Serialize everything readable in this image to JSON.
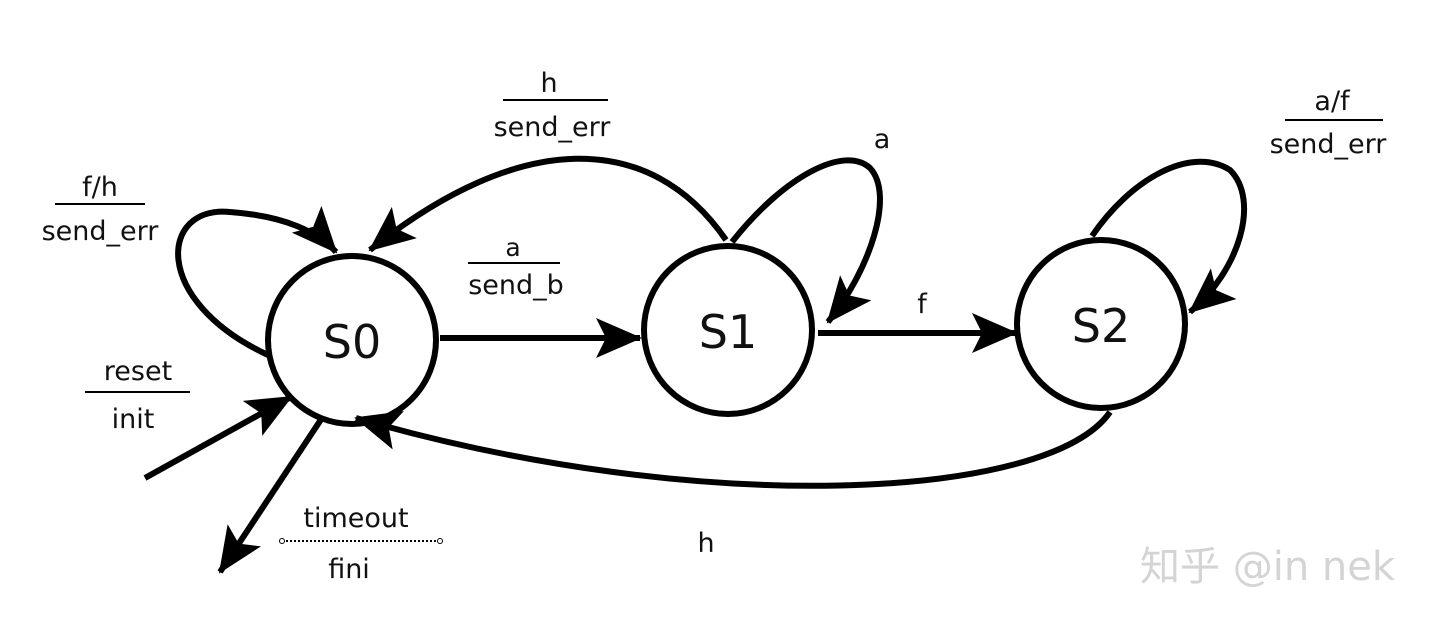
{
  "states": {
    "s0": "S0",
    "s1": "S1",
    "s2": "S2"
  },
  "transitions": {
    "s0_self": {
      "event": "f/h",
      "action": "send_err"
    },
    "s0_to_s1": {
      "event": "a",
      "action": "send_b"
    },
    "s1_to_s0": {
      "event": "h",
      "action": "send_err"
    },
    "s1_self": {
      "event": "a"
    },
    "s1_to_s2": {
      "event": "f"
    },
    "s2_self": {
      "event": "a/f",
      "action": "send_err"
    },
    "s2_to_s0": {
      "event": "h"
    },
    "reset": {
      "event": "reset",
      "action": "init"
    },
    "timeout": {
      "event": "timeout",
      "action": "fini"
    }
  },
  "watermark": "知乎 @in nek",
  "colors": {
    "stroke": "#000000",
    "text": "#111111",
    "watermark": "#d4d4d4"
  }
}
